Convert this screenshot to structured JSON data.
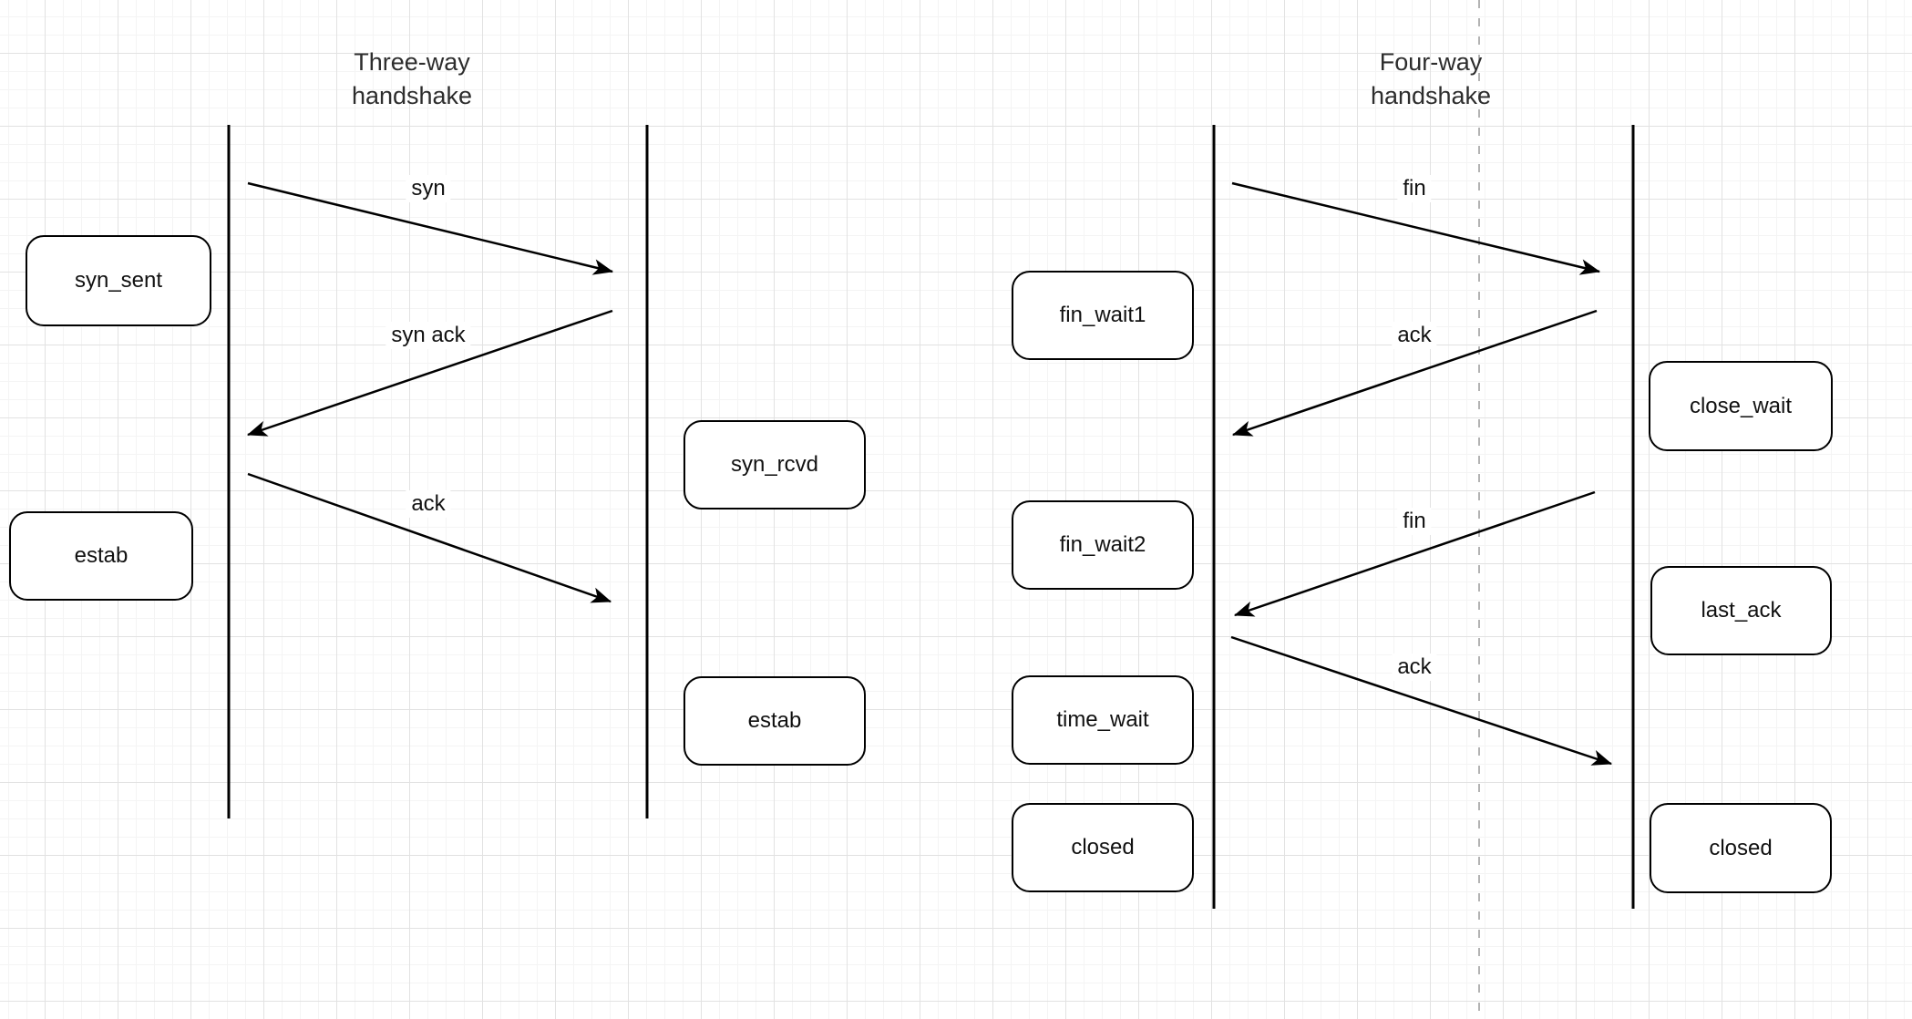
{
  "colors": {
    "background": "#ffffff",
    "grid_minor": "#f4f4f4",
    "grid_major": "#e2e2e2",
    "stroke": "#000000",
    "divider": "#b3b3b3",
    "title_text": "#2d2d2d",
    "label_text": "#111111"
  },
  "three_way": {
    "title": [
      "Three-way",
      "handshake"
    ],
    "messages": [
      "syn",
      "syn ack",
      "ack"
    ],
    "client_states": [
      "syn_sent",
      "estab"
    ],
    "server_states": [
      "syn_rcvd",
      "estab"
    ]
  },
  "four_way": {
    "title": [
      "Four-way",
      "handshake"
    ],
    "messages": [
      "fin",
      "ack",
      "fin",
      "ack"
    ],
    "client_states": [
      "fin_wait1",
      "fin_wait2",
      "time_wait",
      "closed"
    ],
    "server_states": [
      "close_wait",
      "last_ack",
      "closed"
    ]
  }
}
